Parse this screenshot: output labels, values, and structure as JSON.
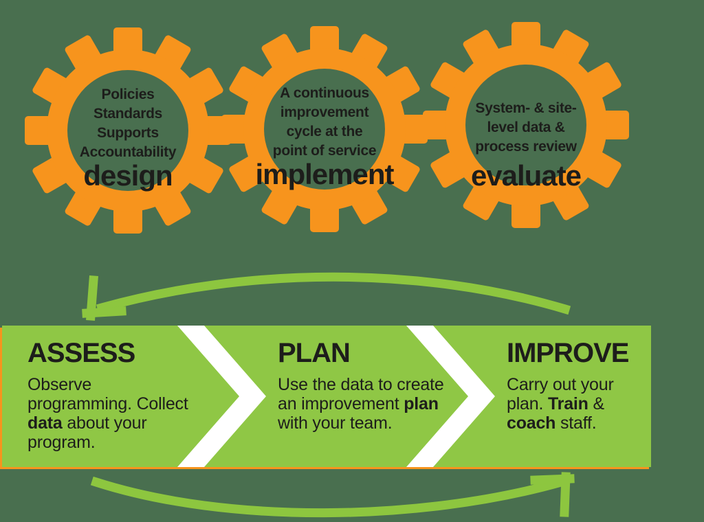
{
  "colors": {
    "background": "#496F4F",
    "orange": "#F7941D",
    "banner_green": "#8FC745",
    "arrow_green": "#8DC63F",
    "chevron_white": "#FFFFFF",
    "text_black": "#1D1D1B"
  },
  "gears": [
    {
      "text": "Policies\nStandards\nSupports\nAccountability",
      "label": "design"
    },
    {
      "text": "A continuous\nimprovement\ncycle at the\npoint of service",
      "label": "implement"
    },
    {
      "text": "System- & site-\nlevel data &\nprocess review",
      "label": "evaluate"
    }
  ],
  "banner": {
    "sections": [
      {
        "heading": "ASSESS",
        "body": [
          {
            "text": "Observe\nprogramming. Collect\n"
          },
          {
            "text": "data",
            "bold": true
          },
          {
            "text": " about your\nprogram."
          }
        ]
      },
      {
        "heading": "PLAN",
        "body": [
          {
            "text": "Use the data to create\nan improvement "
          },
          {
            "text": "plan",
            "bold": true
          },
          {
            "text": "\nwith your team."
          }
        ]
      },
      {
        "heading": "IMPROVE",
        "body": [
          {
            "text": "Carry out your\nplan. "
          },
          {
            "text": "Train",
            "bold": true
          },
          {
            "text": " &\n"
          },
          {
            "text": "coach",
            "bold": true
          },
          {
            "text": " staff."
          }
        ]
      }
    ]
  }
}
